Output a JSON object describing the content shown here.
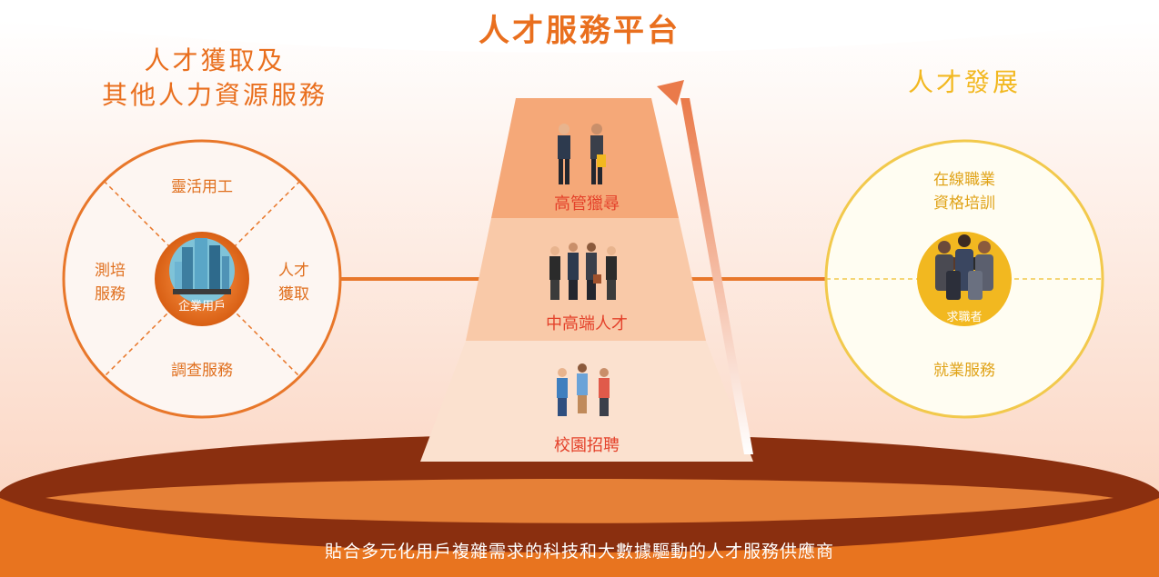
{
  "title": "人才服務平台",
  "left_heading_line1": "人才獲取及",
  "left_heading_line2": "其他人力資源服務",
  "right_heading": "人才發展",
  "left_circle": {
    "top": "靈活用工",
    "left_line1": "測培",
    "left_line2": "服務",
    "right_line1": "人才",
    "right_line2": "獲取",
    "bottom": "調查服務",
    "center_label": "企業用戶",
    "center_icon": "office-buildings-icon"
  },
  "pyramid": {
    "tier1": "高管獵尋",
    "tier2": "中高端人才",
    "tier3": "校園招聘",
    "tier1_icon": "executives-handshake-icon",
    "tier2_icon": "professionals-group-icon",
    "tier3_icon": "students-group-icon"
  },
  "right_circle": {
    "top_line1": "在線職業",
    "top_line2": "資格培訓",
    "bottom": "就業服務",
    "center_label": "求職者",
    "center_icon": "job-seekers-icon"
  },
  "bottom_banner": "貼合多元化用戶複雜需求的科技和大數據驅動的人才服務供應商",
  "colors": {
    "accent_orange": "#e96f1e",
    "accent_red": "#e4412a",
    "accent_yellow": "#f2b820",
    "banner_dark": "#8a2f0f"
  }
}
